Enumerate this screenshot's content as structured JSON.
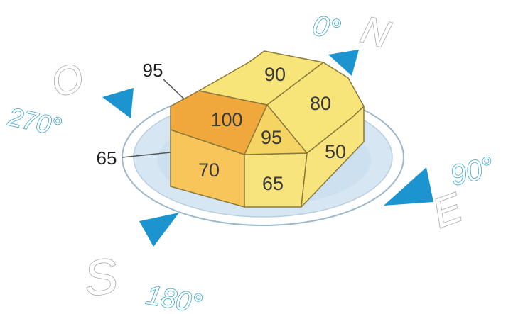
{
  "compass": {
    "north": {
      "letter": "N",
      "degrees": "0°"
    },
    "east": {
      "letter": "E",
      "degrees": "90°"
    },
    "south": {
      "letter": "S",
      "degrees": "180°"
    },
    "west": {
      "letter": "O",
      "degrees": "270°"
    }
  },
  "faces": {
    "top_front_left": "100",
    "top_back": "90",
    "top_right": "80",
    "top_front_middle": "95",
    "side_right": "50",
    "side_front": "65",
    "side_left": "70"
  },
  "leaders": {
    "upper": "95",
    "lower": "65"
  },
  "colors": {
    "arrow_blue": "#1b94cf",
    "degree_outline": "#2a9fd0",
    "face_yellow": "#f7e57a",
    "face_orange": "#f0a83c",
    "face_light_orange": "#f7c55a",
    "disc_blue": "#cfe3f2"
  }
}
